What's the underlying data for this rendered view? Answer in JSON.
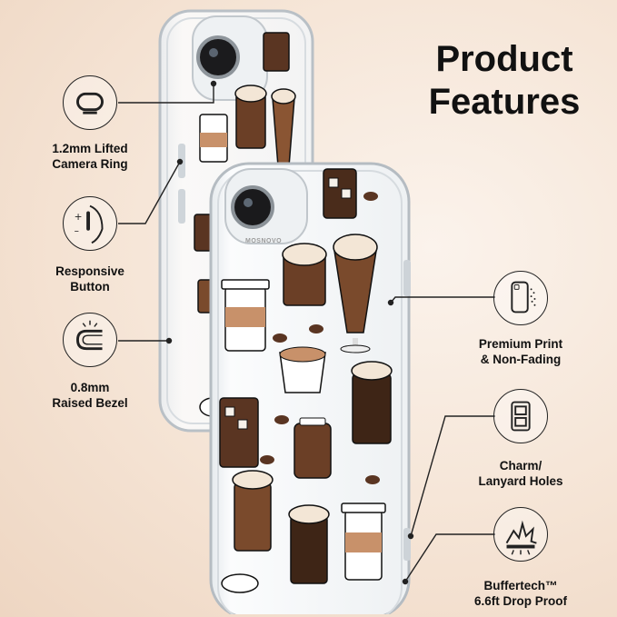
{
  "title": {
    "line1": "Product",
    "line2": "Features"
  },
  "brand_mark": "MOSNOVO",
  "features_left": [
    {
      "label_line1": "1.2mm Lifted",
      "label_line2": "Camera Ring",
      "icon": "camera-ring-icon"
    },
    {
      "label_line1": "Responsive",
      "label_line2": "Button",
      "icon": "side-button-icon"
    },
    {
      "label_line1": "0.8mm",
      "label_line2": "Raised Bezel",
      "icon": "raised-bezel-icon"
    }
  ],
  "features_right": [
    {
      "label_line1": "Premium Print",
      "label_line2": "& Non-Fading",
      "icon": "print-phone-icon"
    },
    {
      "label_line1": "Charm/",
      "label_line2": "Lanyard Holes",
      "icon": "lanyard-hole-icon"
    },
    {
      "label_line1": "Buffertech™",
      "label_line2": "6.6ft Drop Proof",
      "icon": "drop-impact-icon"
    }
  ],
  "colors": {
    "background": "#f5e4d5",
    "text": "#111111",
    "coffee_dark": "#3e2516",
    "coffee_mid": "#7a4a2c",
    "cream": "#f3e6d6"
  }
}
